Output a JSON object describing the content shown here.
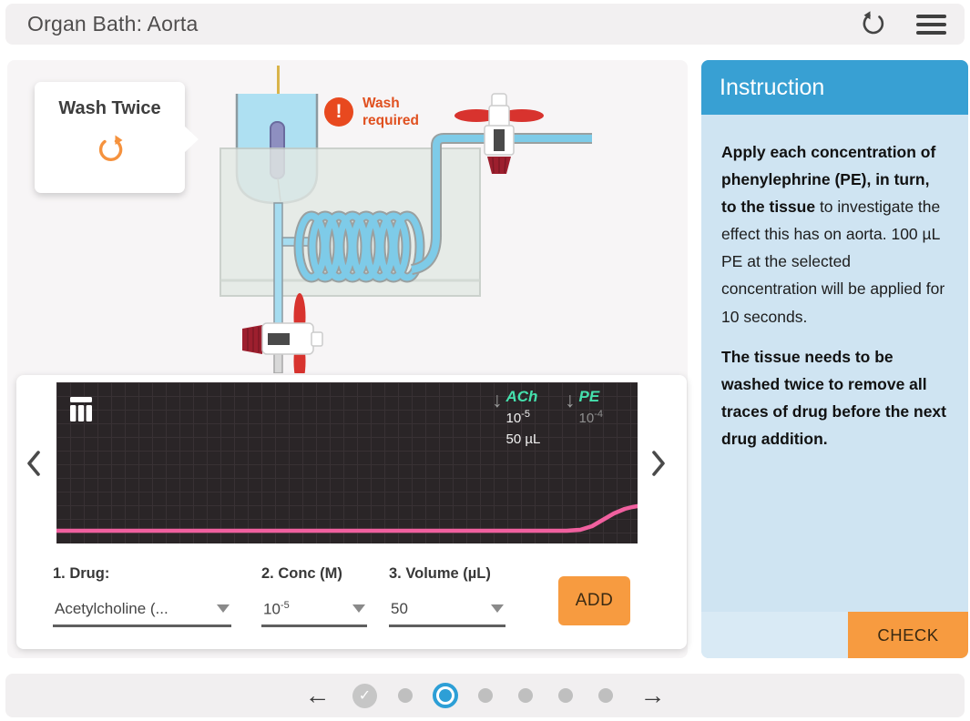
{
  "header": {
    "title": "Organ Bath: Aorta"
  },
  "wash_card": {
    "title": "Wash Twice"
  },
  "wash_warning": {
    "line1": "Wash",
    "line2": "required",
    "icon_glyph": "!"
  },
  "instruction": {
    "title": "Instruction",
    "p1_bold": "Apply each concentration of phenylephrine (PE), in turn, to the tissue",
    "p1_rest": " to investigate the effect this has on aorta. 100 µL PE at the selected concentration will be applied for 10 seconds.",
    "p2": "The tissue needs to be washed twice to remove all traces of drug before the next drug addition.",
    "check_label": "CHECK"
  },
  "chart": {
    "type": "line",
    "description": "Tissue tension trace: flat baseline then rise after PE addition at far right",
    "arrow_glyph": "↓",
    "annotations": [
      {
        "drug": "ACh",
        "conc_base": "10",
        "conc_exp": "-5",
        "volume": "50 µL"
      },
      {
        "drug": "PE",
        "conc_base": "10",
        "conc_exp": "-4",
        "volume": ""
      }
    ],
    "trace": {
      "color": "#f0609f",
      "points": [
        [
          0,
          163
        ],
        [
          560,
          163
        ],
        [
          575,
          162
        ],
        [
          588,
          158
        ],
        [
          600,
          151
        ],
        [
          612,
          144
        ],
        [
          624,
          139
        ],
        [
          632,
          137
        ],
        [
          638,
          136
        ]
      ]
    }
  },
  "controls": {
    "drug_label": "1. Drug:",
    "drug_value": "Acetylcholine (...",
    "conc_label": "2. Conc (M)",
    "conc_value_base": "10",
    "conc_value_exp": "-5",
    "volume_label": "3. Volume (µL)",
    "volume_value": "50",
    "add_label": "ADD"
  },
  "pagination": {
    "back_arrow": "←",
    "forward_arrow": "→",
    "check_glyph": "✓",
    "dots": [
      {
        "state": "completed"
      },
      {
        "state": "default"
      },
      {
        "state": "active"
      },
      {
        "state": "default"
      },
      {
        "state": "default"
      },
      {
        "state": "default"
      },
      {
        "state": "default"
      }
    ]
  },
  "colors": {
    "accent_orange": "#f79b40",
    "header_blue": "#38a0d3",
    "panel_blue": "#cfe4f2",
    "warning_red": "#e8491f",
    "trace_pink": "#f0609f",
    "annotation_teal": "#45e0ad",
    "active_dot_blue": "#2d9fd6",
    "chart_bg": "#2a2527"
  }
}
